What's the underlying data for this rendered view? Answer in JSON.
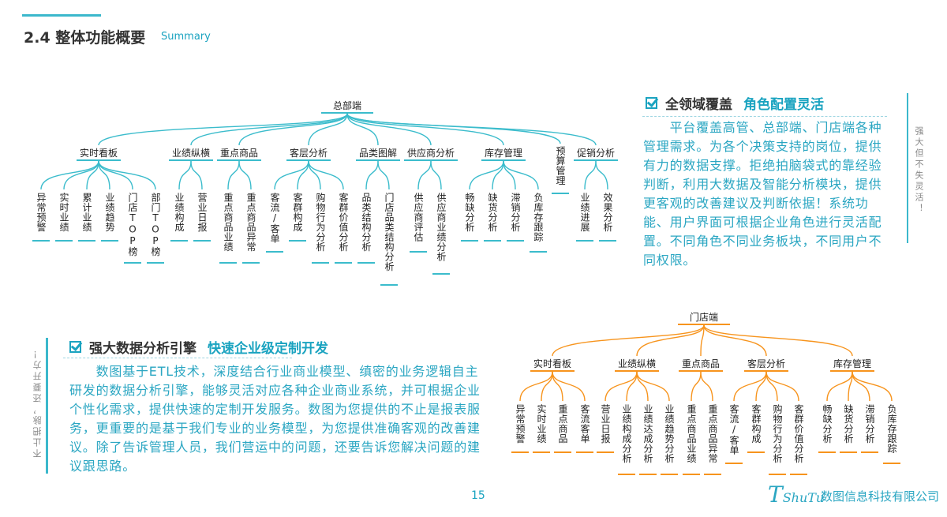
{
  "header": {
    "title": "2.4 整体功能概要",
    "subtitle": "Summary"
  },
  "colors": {
    "accent": "#1aa3c0",
    "tree_top": "#3bbccc",
    "tree_bottom": "#f7941d"
  },
  "tree_top": {
    "root": "总部端",
    "groups": [
      {
        "label": "实时看板",
        "children": [
          "异常预警",
          "实时业绩",
          "累计业绩",
          "业绩趋势",
          "门店TOP榜",
          "部门TOP榜"
        ]
      },
      {
        "label": "业绩纵横",
        "children": [
          "业绩构成",
          "营业日报"
        ]
      },
      {
        "label": "重点商品",
        "children": [
          "重点商品业绩",
          "重点商品异常"
        ]
      },
      {
        "label": "客层分析",
        "children": [
          "客流/客单",
          "客群构成",
          "购物行为分析",
          "客群价值分析"
        ]
      },
      {
        "label": "品类图解",
        "children": [
          "品类结构分析",
          "门店品类结构分析"
        ]
      },
      {
        "label": "供应商分析",
        "children": [
          "供应商评估",
          "供应商业绩分析"
        ]
      },
      {
        "label": "库存管理",
        "children": [
          "畅缺分析",
          "缺货分析",
          "滞销分析",
          "负库存跟踪"
        ]
      },
      {
        "label": "预算管理",
        "children": []
      },
      {
        "label": "促销分析",
        "children": [
          "业绩进展",
          "效果分析"
        ]
      }
    ]
  },
  "tree_bottom": {
    "root": "门店端",
    "groups": [
      {
        "label": "实时看板",
        "children": [
          "异常预警",
          "实时业绩",
          "重点商品",
          "客流客单"
        ]
      },
      {
        "label": "业绩纵横",
        "children": [
          "营业日报",
          "业绩构成分析",
          "业绩达成分析",
          "业绩趋势分析"
        ]
      },
      {
        "label": "重点商品",
        "children": [
          "重点商品业绩",
          "重点商品异常"
        ]
      },
      {
        "label": "客层分析",
        "children": [
          "客流/客单",
          "客群构成",
          "购物行为分析",
          "客群价值分析"
        ]
      },
      {
        "label": "库存管理",
        "children": [
          "畅缺分析",
          "缺货分析",
          "滞销分析",
          "负库存跟踪"
        ]
      }
    ]
  },
  "feature1": {
    "title": "全领域覆盖",
    "accent": "角色配置灵活",
    "lines": [
      "　　平台覆盖高管、总部端、门店端各种",
      "管理需求。为各个决策支持的岗位，提供",
      "有力的数据支撑。拒绝拍脑袋式的靠经验",
      "判断，利用大数据及智能分析模块，提供",
      "更客观的改善建议及判断依据！系统功",
      "能、用户界面可根据企业角色进行灵活配",
      "置。不同角色不同业务板块，不同用户不",
      "同权限。"
    ],
    "slogan": "强大但不失灵活！"
  },
  "feature2": {
    "title": "强大数据分析引擎",
    "accent": "快速企业级定制开发",
    "lines": [
      "　　数图基于ETL技术，深度结合行业商业模型、缜密的业务逻辑自主",
      "研发的数据分析引擎，能够灵活对应各种企业商业系统，并可根据企业",
      "个性化需求，提供快速的定制开发服务。数图为您提供的不止是报表服",
      "务，更重要的是基于我们专业的业务模型，为您提供准确客观的改善建",
      "议。除了告诉管理人员，我们营运中的问题，还要告诉您解决问题的建",
      "议跟思路。"
    ],
    "slogan": "不止把脉，还要开方！"
  },
  "footer": {
    "page": "15",
    "logo": "TShuTu",
    "company": "数图信息科技有限公司"
  }
}
